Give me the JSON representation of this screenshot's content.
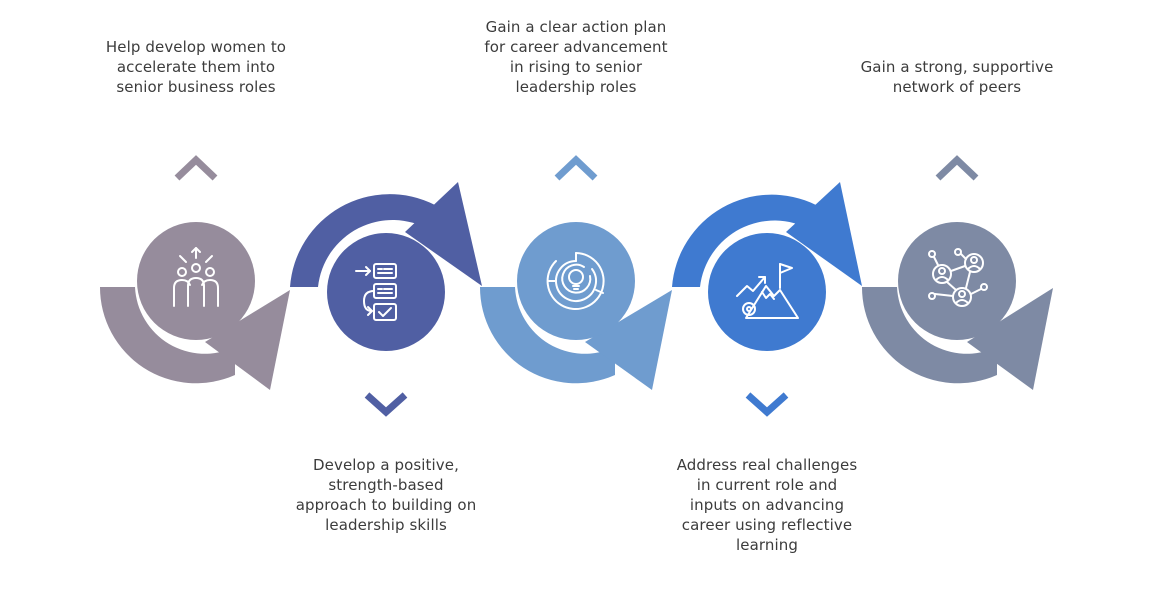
{
  "colors": {
    "step1": "#968c9c",
    "step2": "#505fa3",
    "step3": "#6f9ccf",
    "step4": "#3f7ad0",
    "step5": "#7e8aa4",
    "text": "#3c3c3c"
  },
  "steps": [
    {
      "id": 1,
      "caption": "Help develop women to accelerate them into senior business roles",
      "position": "top",
      "icon": "team-people-icon"
    },
    {
      "id": 2,
      "caption": "Develop a positive, strength-based approach to building on leadership skills",
      "position": "bottom",
      "icon": "process-checklist-icon"
    },
    {
      "id": 3,
      "caption": "Gain a clear action plan for career advancement in rising to senior leadership roles",
      "position": "top",
      "icon": "maze-lightbulb-icon"
    },
    {
      "id": 4,
      "caption": "Address real challenges in current role and inputs on advancing career using reflective learning",
      "position": "bottom",
      "icon": "mountain-growth-flag-icon"
    },
    {
      "id": 5,
      "caption": "Gain a strong, supportive network of peers",
      "position": "top",
      "icon": "network-people-icon"
    }
  ]
}
